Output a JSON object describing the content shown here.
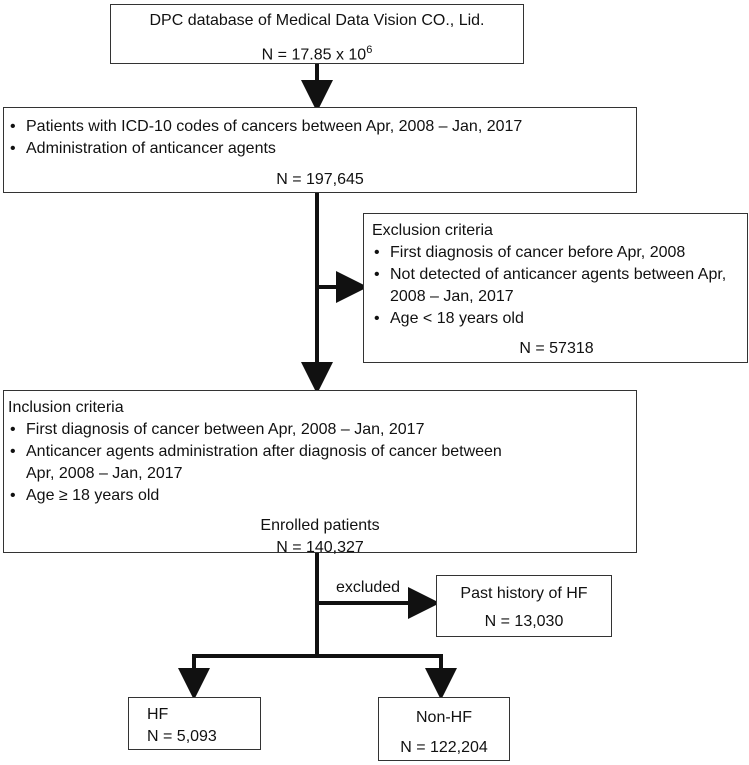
{
  "source": {
    "title": "DPC database of Medical Data Vision CO., Lid.",
    "n_base": "N = 17.85 x 10",
    "n_exp": "6"
  },
  "screening": {
    "items": [
      "Patients with ICD-10 codes of cancers between Apr, 2008 – Jan, 2017",
      "Administration of anticancer agents"
    ],
    "n": "N = 197,645"
  },
  "exclusion": {
    "title": "Exclusion criteria",
    "items": [
      "First diagnosis of cancer before Apr, 2008",
      "Not detected of anticancer agents between Apr, 2008 – Jan, 2017",
      "Age < 18 years old"
    ],
    "n": "N = 57318"
  },
  "inclusion": {
    "title": "Inclusion criteria",
    "items": [
      "First diagnosis of cancer between Apr, 2008 – Jan, 2017",
      "Anticancer agents administration after diagnosis of cancer between Apr, 2008 – Jan, 2017",
      "Age ≥ 18 years old"
    ],
    "enrolled_label": "Enrolled patients",
    "n": "N = 140,327"
  },
  "excluded_label": "excluded",
  "past_hf": {
    "title": "Past history of HF",
    "n": "N = 13,030"
  },
  "hf": {
    "title": "HF",
    "n": "N = 5,093"
  },
  "non_hf": {
    "title": "Non-HF",
    "n": "N = 122,204"
  }
}
